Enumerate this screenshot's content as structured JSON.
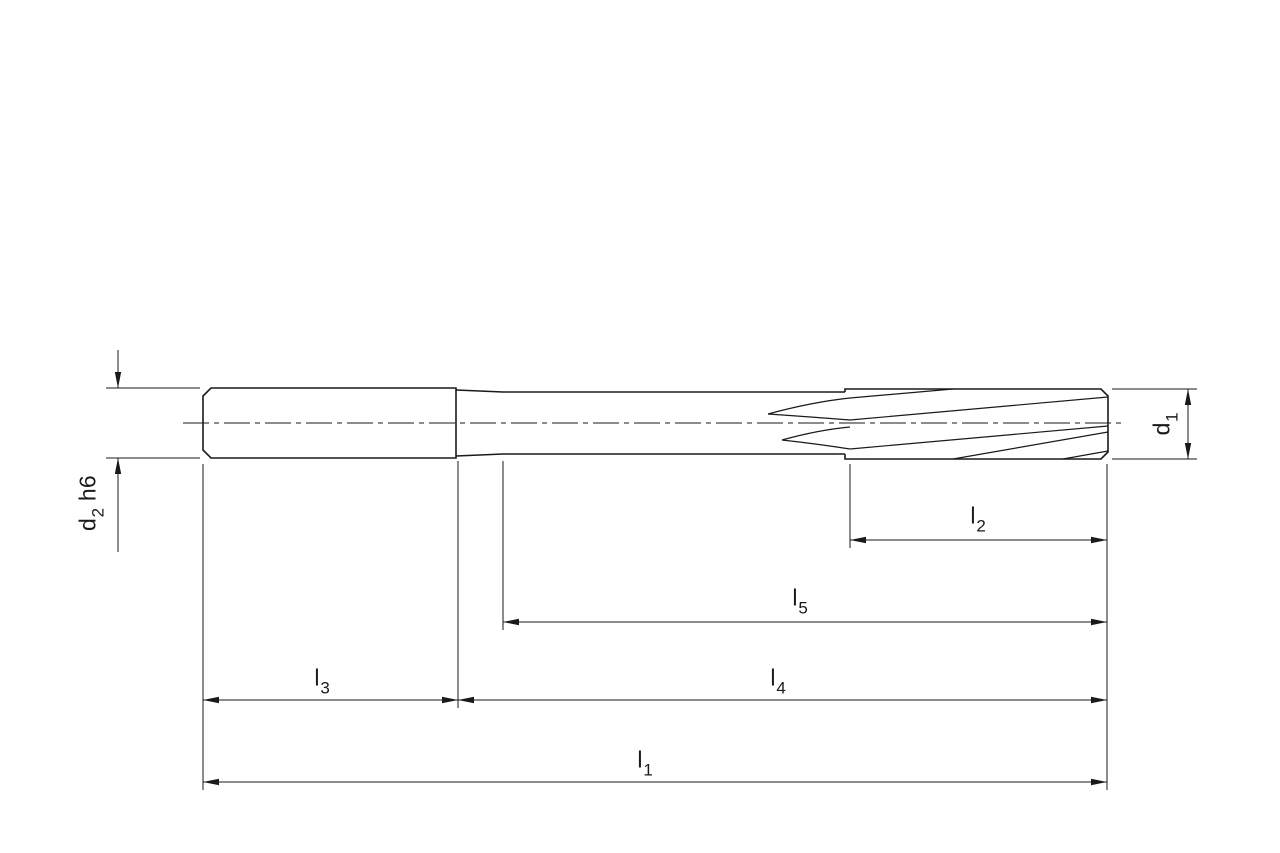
{
  "drawing": {
    "description": "Technical dimension drawing of a straight-shank machine reamer with spiral flutes",
    "line_color": "#1a1a1a",
    "background_color": "#ffffff"
  },
  "dimensions": {
    "d2": {
      "base": "d",
      "sub": "2",
      "suffix": "h6"
    },
    "d1": {
      "base": "d",
      "sub": "1"
    },
    "l1": {
      "base": "l",
      "sub": "1"
    },
    "l2": {
      "base": "l",
      "sub": "2"
    },
    "l3": {
      "base": "l",
      "sub": "3"
    },
    "l4": {
      "base": "l",
      "sub": "4"
    },
    "l5": {
      "base": "l",
      "sub": "5"
    }
  }
}
